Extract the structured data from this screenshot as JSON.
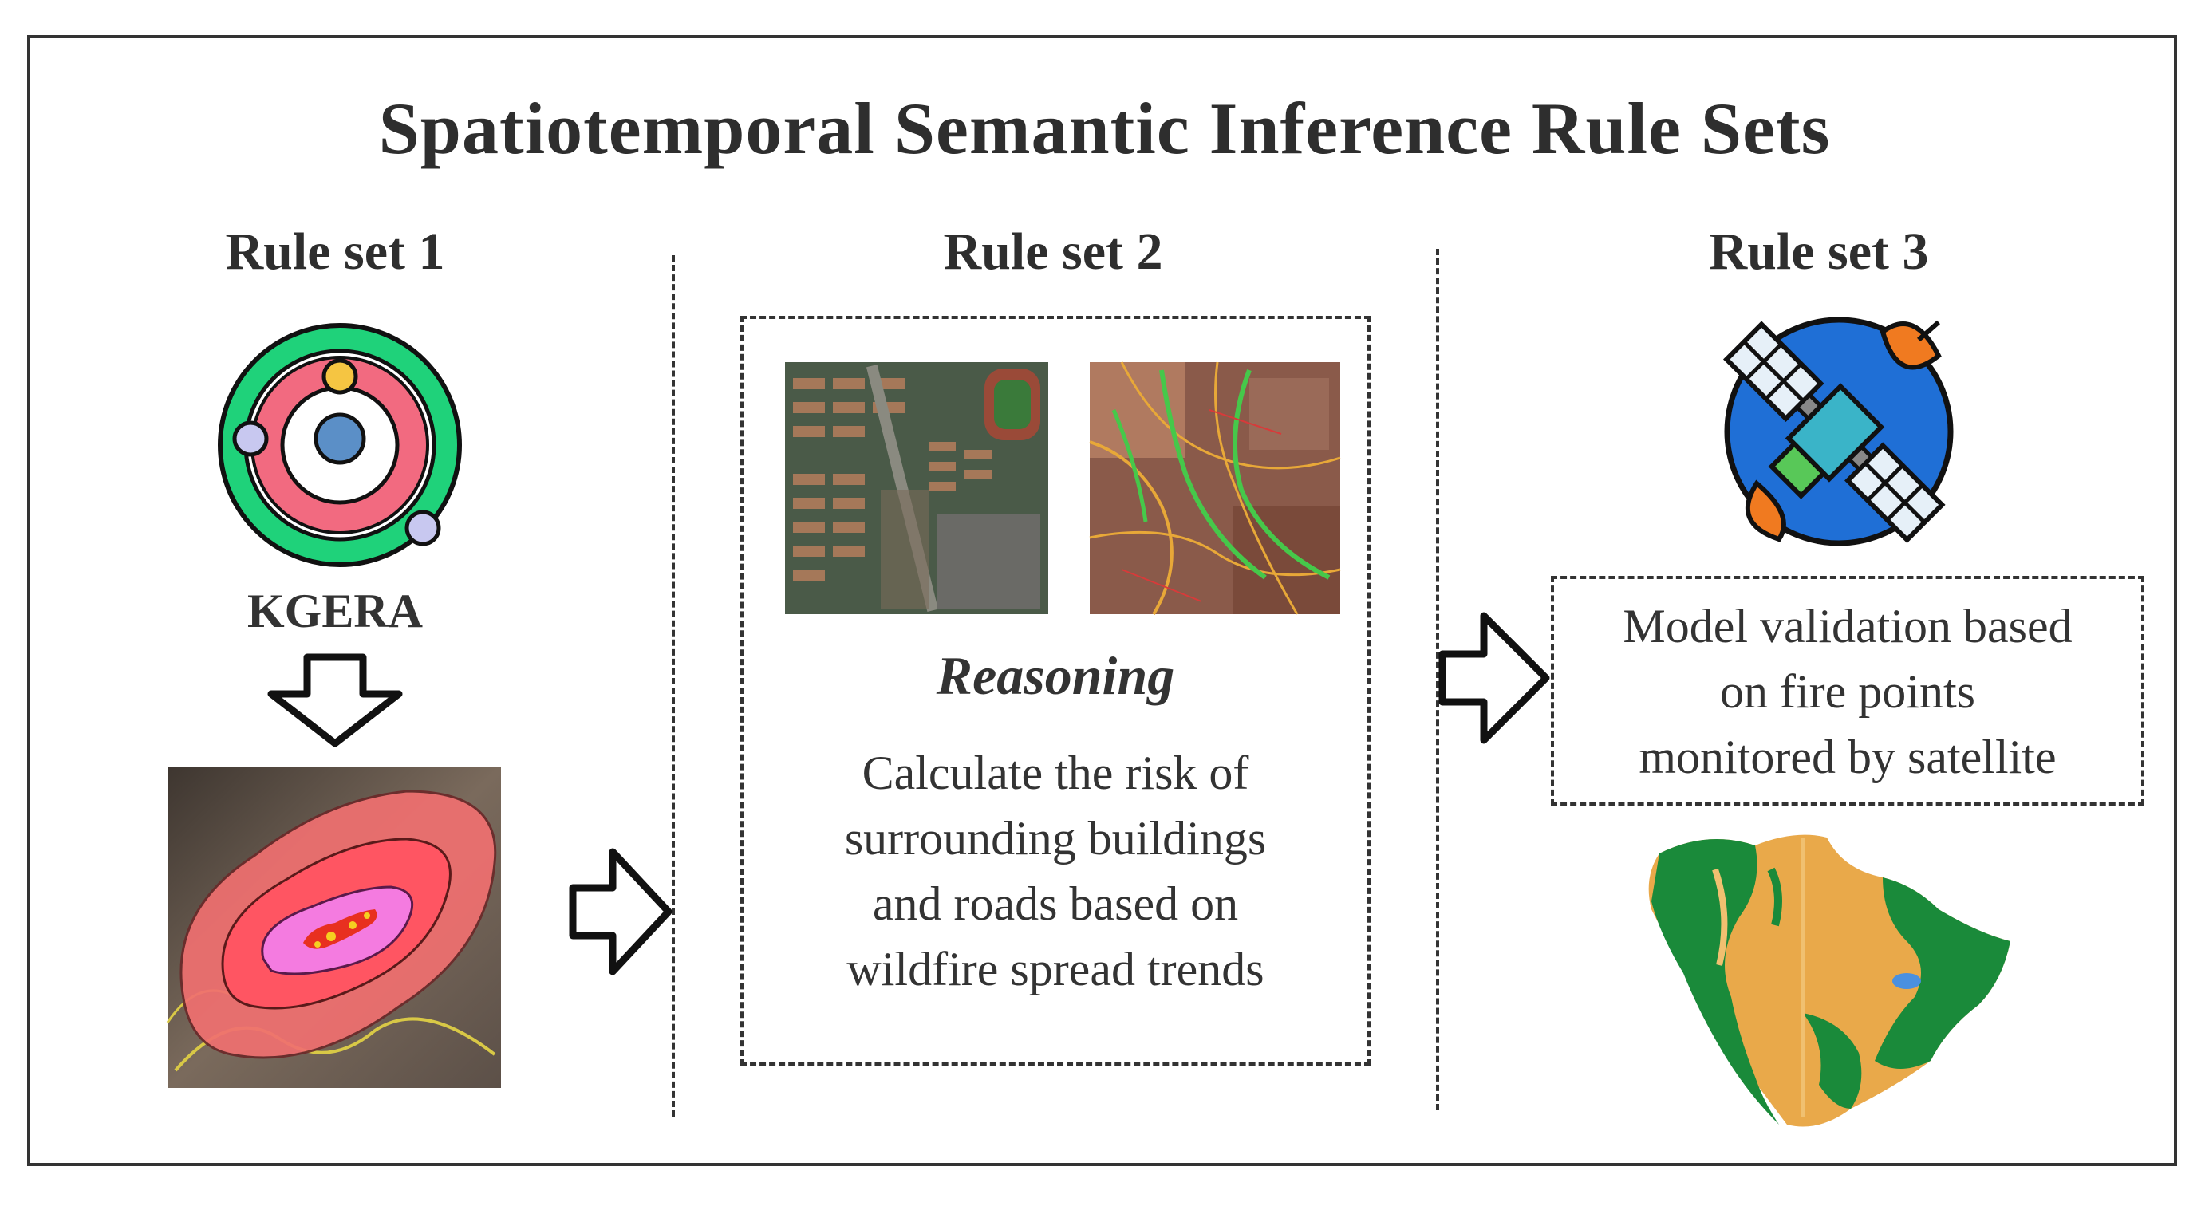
{
  "title": "Spatiotemporal Semantic Inference Rule Sets",
  "rule_sets": [
    {
      "label": "Rule set 1",
      "caption": "KGERA"
    },
    {
      "label": "Rule set 2",
      "heading": "Reasoning",
      "lines": [
        "Calculate the risk of",
        "surrounding buildings",
        "and roads based on",
        "wildfire spread trends"
      ]
    },
    {
      "label": "Rule set 3",
      "lines": [
        "Model validation based",
        "on fire points",
        "monitored by satellite"
      ]
    }
  ],
  "colors": {
    "frame": "#333333",
    "fire_zone": "#f26a6e",
    "core": "#f47be0",
    "green": "#1a8a3a",
    "orange": "#e9a94a"
  },
  "icons": [
    "orbit-icon",
    "down-arrow-icon",
    "right-arrow-icon",
    "satellite-icon"
  ]
}
